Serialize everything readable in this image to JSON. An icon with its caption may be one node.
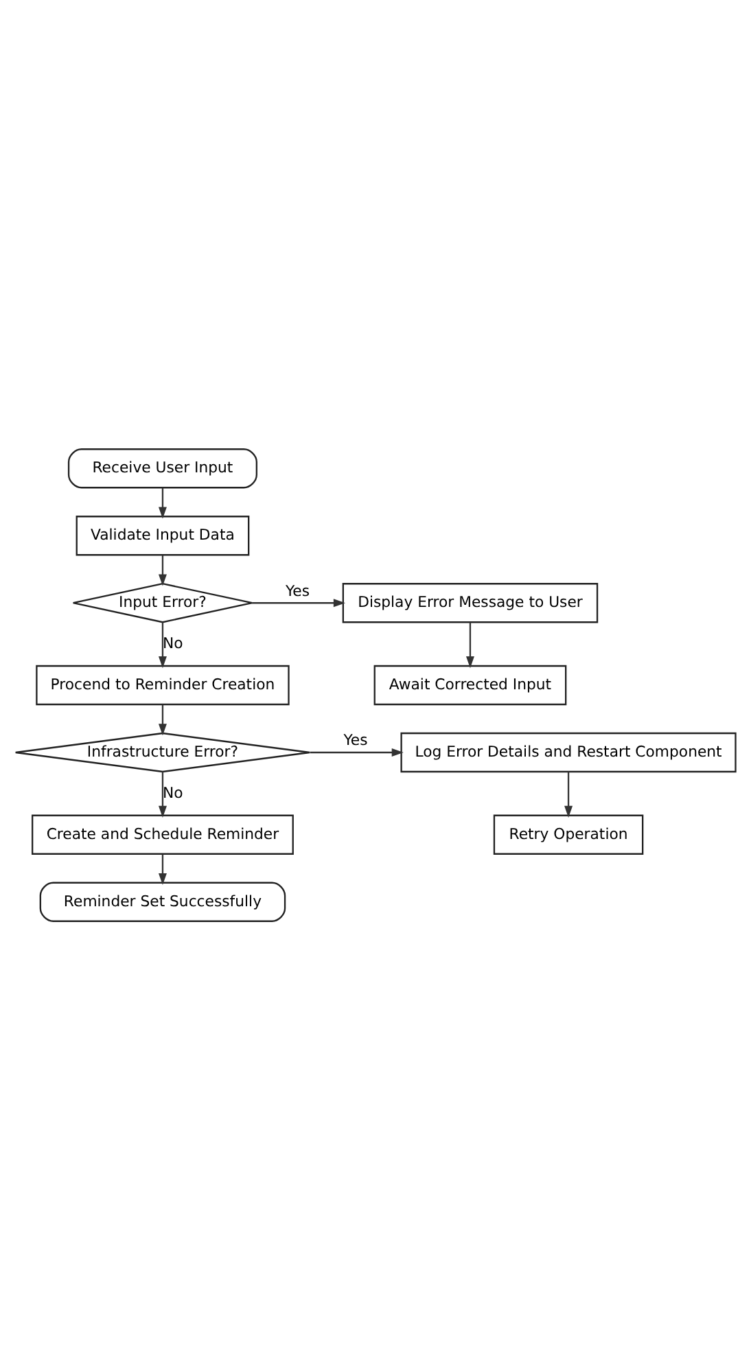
{
  "diagram": {
    "nodes": [
      {
        "text": [
          "Receive User Input"
        ]
      },
      {
        "text": [
          "Validate Input Data"
        ]
      },
      {
        "text": [
          "Input Error?"
        ]
      },
      {
        "text": [
          "Display Error Message to User"
        ]
      },
      {
        "text": [
          "Await Corrected Input"
        ]
      },
      {
        "text": [
          "Procend to Reminder Creation"
        ]
      },
      {
        "text": [
          "Infrastructure Error?"
        ]
      },
      {
        "text": [
          "Log Error Details and Restart Component"
        ]
      },
      {
        "text": [
          "Retry Operation"
        ]
      },
      {
        "text": [
          "Create and Schedule Reminder"
        ]
      },
      {
        "text": [
          "Reminder Set Successfully"
        ]
      }
    ],
    "edges": [
      {
        "from": 0,
        "to": 1,
        "arrow": "to"
      },
      {
        "from": 1,
        "to": 2,
        "arrow": "to"
      },
      {
        "from": 2,
        "to": 3,
        "arrow": "to",
        "label": "Yes"
      },
      {
        "from": 3,
        "to": 4,
        "arrow": "to"
      },
      {
        "from": 2,
        "to": 5,
        "arrow": "to",
        "label": "No"
      },
      {
        "from": 5,
        "to": 6,
        "arrow": "to"
      },
      {
        "from": 6,
        "to": 7,
        "arrow": "to",
        "label": "Yes"
      },
      {
        "from": 7,
        "to": 8,
        "arrow": "to"
      },
      {
        "from": 6,
        "to": 9,
        "arrow": "to",
        "label": "No"
      },
      {
        "from": 9,
        "to": 10,
        "arrow": "to"
      }
    ]
  }
}
